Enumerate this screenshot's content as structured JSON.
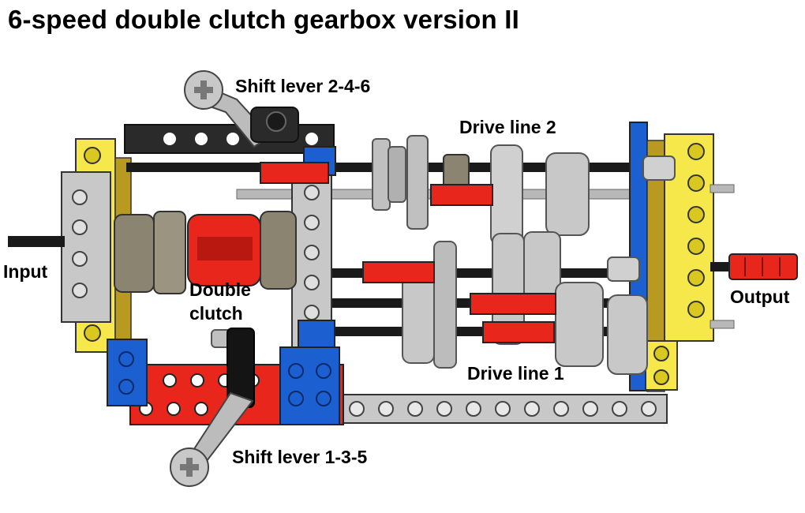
{
  "title": "6-speed double clutch gearbox version II",
  "labels": {
    "shift_lever_246": "Shift lever 2-4-6",
    "drive_line_2": "Drive line 2",
    "input": "Input",
    "double_clutch_line1": "Double",
    "double_clutch_line2": "clutch",
    "output": "Output",
    "drive_line_1": "Drive line 1",
    "shift_lever_135": "Shift lever 1-3-5"
  },
  "colors": {
    "beam_gray": "#c8c8c8",
    "beam_dark": "#2a2a2a",
    "red": "#e8261c",
    "blue": "#1c5fd0",
    "yellow": "#f6e84a",
    "dark_yellow": "#b89a20",
    "gear_gray": "#b0b0b0",
    "dark_bush": "#8a8470",
    "axle": "#1a1a1a"
  }
}
